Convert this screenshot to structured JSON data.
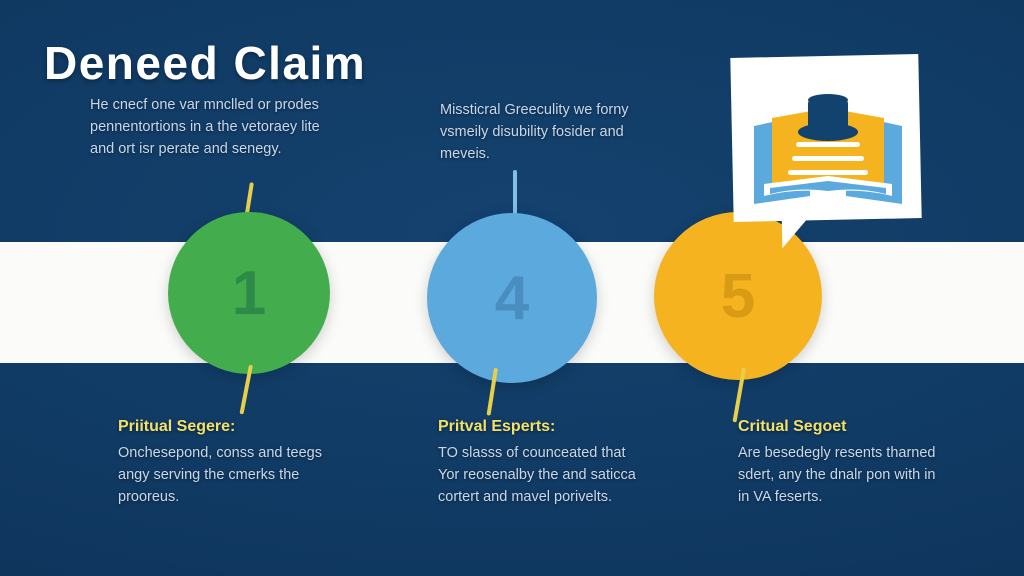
{
  "page": {
    "title": "Deneed Claim",
    "background_color": "#103a63",
    "band_color": "#fbfbf9",
    "accent_yellow": "#f3e06a",
    "body_text_color": "#c9d7e8"
  },
  "top_paragraphs": [
    {
      "id": "top-left",
      "text": "He cnecf one var mnclled or prodes pennentortions in a the vetoraey lite and ort isr perate and senegy."
    },
    {
      "id": "top-middle",
      "text": "Missticral Greeculity we forny vsmeily disubility fosider and meveis."
    }
  ],
  "steps": [
    {
      "number": "1",
      "circle_color": "#43ad4e",
      "number_color": "#2e8a49",
      "connector_color": "#e8cf4a"
    },
    {
      "number": "4",
      "circle_color": "#5ba9dd",
      "number_color": "#4a8ebf",
      "connector_color": "#7fc0e8"
    },
    {
      "number": "5",
      "circle_color": "#f5b31f",
      "number_color": "#d99a14",
      "connector_color": "#e8cf4a"
    }
  ],
  "bottom_blocks": [
    {
      "heading": "Priitual Segere:",
      "body": "Onchesepond, conss and teegs angy serving the cmerks the prooreus."
    },
    {
      "heading": "Pritval Esperts:",
      "body": "TO slasss of counceated that Yor reosenalby the and saticca cortert and mavel porivelts."
    },
    {
      "heading": "Critual Segoet",
      "body": "Are besedegly resents tharned sdert, any the dnalr pon with in in VA feserts."
    }
  ],
  "illustration": {
    "name": "open-book-with-graduation-cap",
    "bubble_color": "#ffffff",
    "book_cover_color": "#5ba9dd",
    "book_page_color": "#f5b31f",
    "cap_color": "#12436e"
  }
}
